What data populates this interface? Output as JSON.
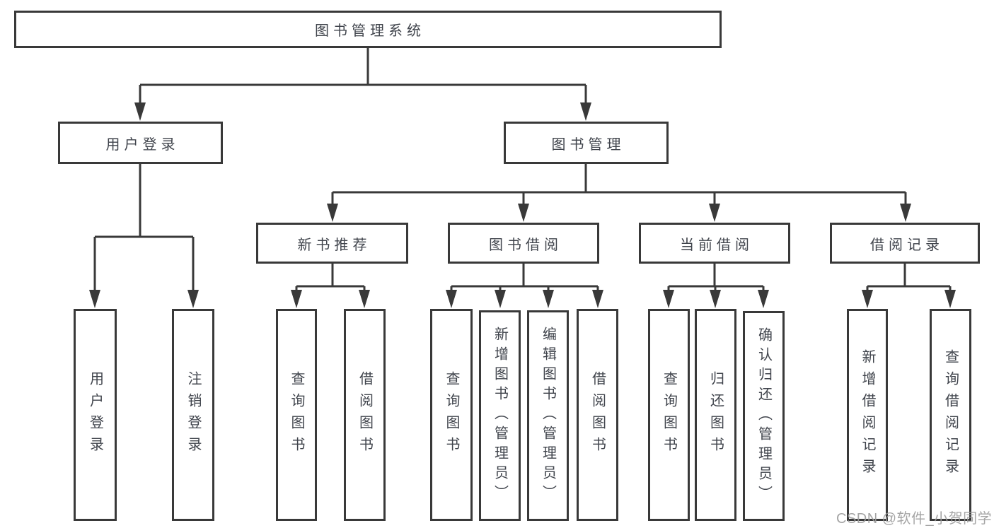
{
  "colors": {
    "line": "#393939",
    "text": "#40444c",
    "watermark": "#9c9c9c",
    "background": "#ffffff"
  },
  "watermark": {
    "text": "CSDN @软件_小贺同学"
  },
  "tree": {
    "root": {
      "label": "图书管理系统",
      "children": [
        {
          "label": "用户登录",
          "children": [
            {
              "label": "用户登录"
            },
            {
              "label": "注销登录"
            }
          ]
        },
        {
          "label": "图书管理",
          "children": [
            {
              "label": "新书推荐",
              "children": [
                {
                  "label": "查询图书"
                },
                {
                  "label": "借阅图书"
                }
              ]
            },
            {
              "label": "图书借阅",
              "children": [
                {
                  "label": "查询图书"
                },
                {
                  "label": "新增图书（管理员）"
                },
                {
                  "label": "编辑图书（管理员）"
                },
                {
                  "label": "借阅图书"
                }
              ]
            },
            {
              "label": "当前借阅",
              "children": [
                {
                  "label": "查询图书"
                },
                {
                  "label": "归还图书"
                },
                {
                  "label": "确认归还（管理员）"
                }
              ]
            },
            {
              "label": "借阅记录",
              "children": [
                {
                  "label": "新增借阅记录"
                },
                {
                  "label": "查询借阅记录"
                }
              ]
            }
          ]
        }
      ]
    }
  }
}
